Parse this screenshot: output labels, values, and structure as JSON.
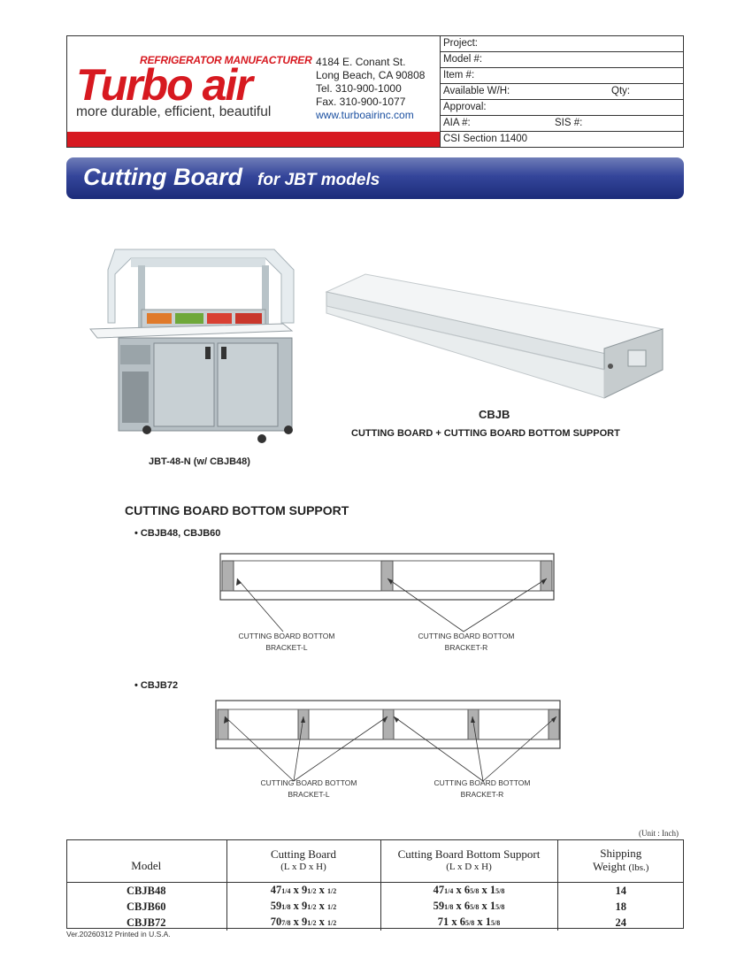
{
  "header": {
    "logo_tagline": "REFRIGERATOR MANUFACTURER",
    "logo_word": "Turbo air",
    "slogan": "more durable, efficient, beautiful",
    "address": [
      "4184 E. Conant St.",
      "Long Beach, CA 90808",
      "Tel.  310-900-1000",
      "Fax. 310-900-1077"
    ],
    "website": "www.turboairinc.com",
    "form": {
      "project": "Project:",
      "model": "Model #:",
      "item": "Item #:",
      "available": "Available W/H:",
      "qty": "Qty:",
      "approval": "Approval:",
      "aia": "AIA #:",
      "sis": "SIS #:",
      "csi": "CSI Section 11400"
    },
    "brand_red": "#d71920"
  },
  "banner": {
    "title": "Cutting Board",
    "subtitle": "for JBT models",
    "color": "#2a3a8a"
  },
  "figures": {
    "unit_caption": "JBT-48-N (w/ CBJB48)",
    "board_model": "CBJB",
    "board_caption": "CUTTING BOARD + CUTTING BOARD BOTTOM SUPPORT"
  },
  "support": {
    "title": "CUTTING BOARD BOTTOM SUPPORT",
    "group1": "• CBJB48, CBJB60",
    "group2": "• CBJB72",
    "bracket_l": [
      "CUTTING BOARD BOTTOM",
      "BRACKET-L"
    ],
    "bracket_r": [
      "CUTTING BOARD BOTTOM",
      "BRACKET-R"
    ]
  },
  "table": {
    "unit_note": "(Unit : Inch)",
    "headers": {
      "model": "Model",
      "board": "Cutting Board",
      "board_sub": "(L x D x H)",
      "support": "Cutting Board Bottom Support",
      "support_sub": "(L x D x H)",
      "weight": "Shipping",
      "weight2": "Weight",
      "weight_unit": "(lbs.)"
    },
    "rows": [
      {
        "model": "CBJB48",
        "board": [
          "47",
          "1/4",
          " x 9",
          "1/2",
          " x ",
          "1/2"
        ],
        "support": [
          "47",
          "1/4",
          " x 6",
          "5/8",
          " x 1",
          "5/8"
        ],
        "weight": "14"
      },
      {
        "model": "CBJB60",
        "board": [
          "59",
          "1/8",
          " x 9",
          "1/2",
          " x ",
          "1/2"
        ],
        "support": [
          "59",
          "1/8",
          " x 6",
          "5/8",
          " x 1",
          "5/8"
        ],
        "weight": "18"
      },
      {
        "model": "CBJB72",
        "board": [
          "70",
          "7/8",
          " x 9",
          "1/2",
          " x ",
          "1/2"
        ],
        "support": [
          "71 x 6",
          "5/8",
          " x 1",
          "5/8",
          "",
          ""
        ],
        "weight": "24"
      }
    ]
  },
  "footer": "Ver.20260312 Printed in U.S.A."
}
